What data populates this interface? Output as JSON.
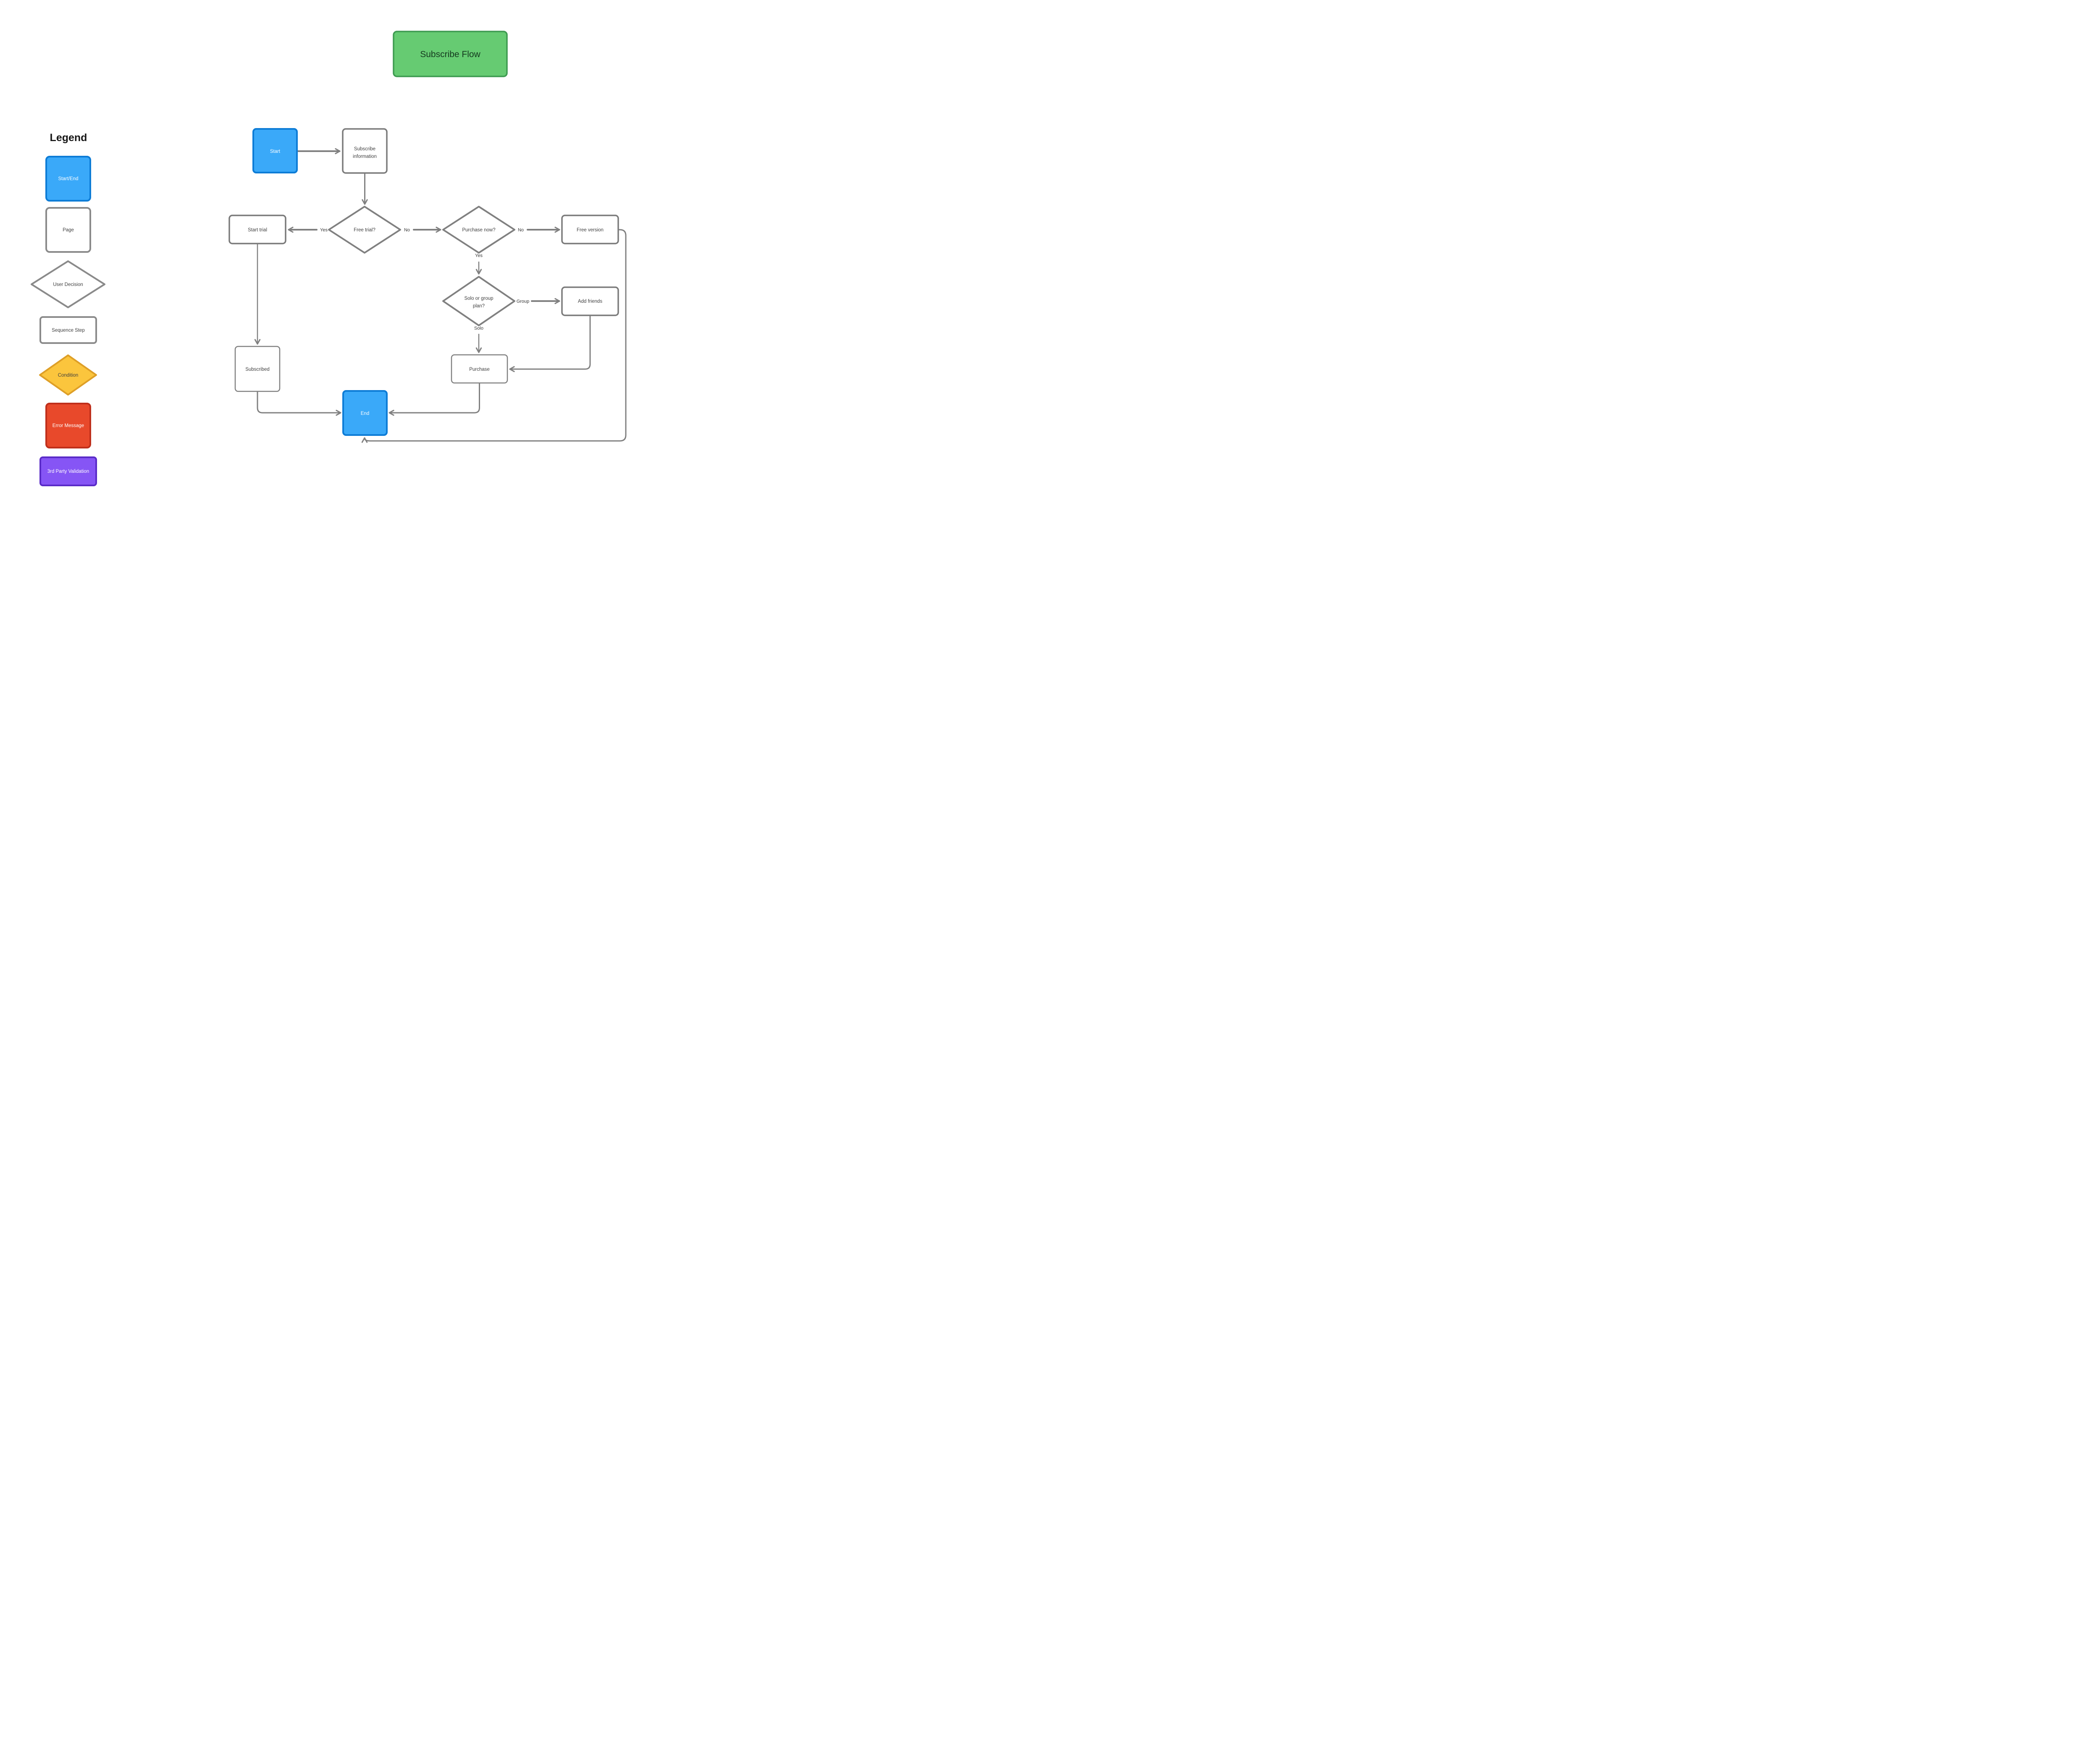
{
  "title": {
    "label": "Subscribe Flow"
  },
  "legend": {
    "heading": "Legend",
    "items": [
      {
        "label": "Start/End",
        "type": "start-end"
      },
      {
        "label": "Page",
        "type": "page"
      },
      {
        "label": "User Decision",
        "type": "user-decision"
      },
      {
        "label": "Sequence Step",
        "type": "sequence-step"
      },
      {
        "label": "Condition",
        "type": "condition"
      },
      {
        "label": "Error Message",
        "type": "error-message"
      },
      {
        "label": "3rd Party Validation",
        "type": "third-party-validation"
      }
    ]
  },
  "nodes": {
    "start": {
      "label": "Start"
    },
    "subscribe_info": {
      "line1": "Subscribe",
      "line2": "information"
    },
    "free_trial": {
      "label": "Free trial?"
    },
    "start_trial": {
      "label": "Start trial"
    },
    "purchase_now": {
      "label": "Purchase now?"
    },
    "free_version": {
      "label": "Free version"
    },
    "solo_group": {
      "line1": "Solo or group",
      "line2": "plan?"
    },
    "add_friends": {
      "label": "Add friends"
    },
    "subscribed": {
      "label": "Subscribed"
    },
    "purchase": {
      "label": "Purchase"
    },
    "end": {
      "label": "End"
    }
  },
  "edge_labels": {
    "free_trial_yes": "Yes",
    "free_trial_no": "No",
    "purchase_now_no": "No",
    "purchase_now_yes": "Yes",
    "solo_group_group": "Group",
    "solo_group_solo": "Solo"
  },
  "colors": {
    "start_end_fill": "#3aa9f9",
    "start_end_stroke": "#0d7cd6",
    "title_fill": "#66cb72",
    "title_stroke": "#3e9b51",
    "condition_fill": "#fbc53d",
    "condition_stroke": "#de9f27",
    "error_fill": "#e8492b",
    "error_stroke": "#bf2f1b",
    "third_party_fill": "#8655f5",
    "third_party_stroke": "#5a2bc8",
    "line": "#808080"
  }
}
